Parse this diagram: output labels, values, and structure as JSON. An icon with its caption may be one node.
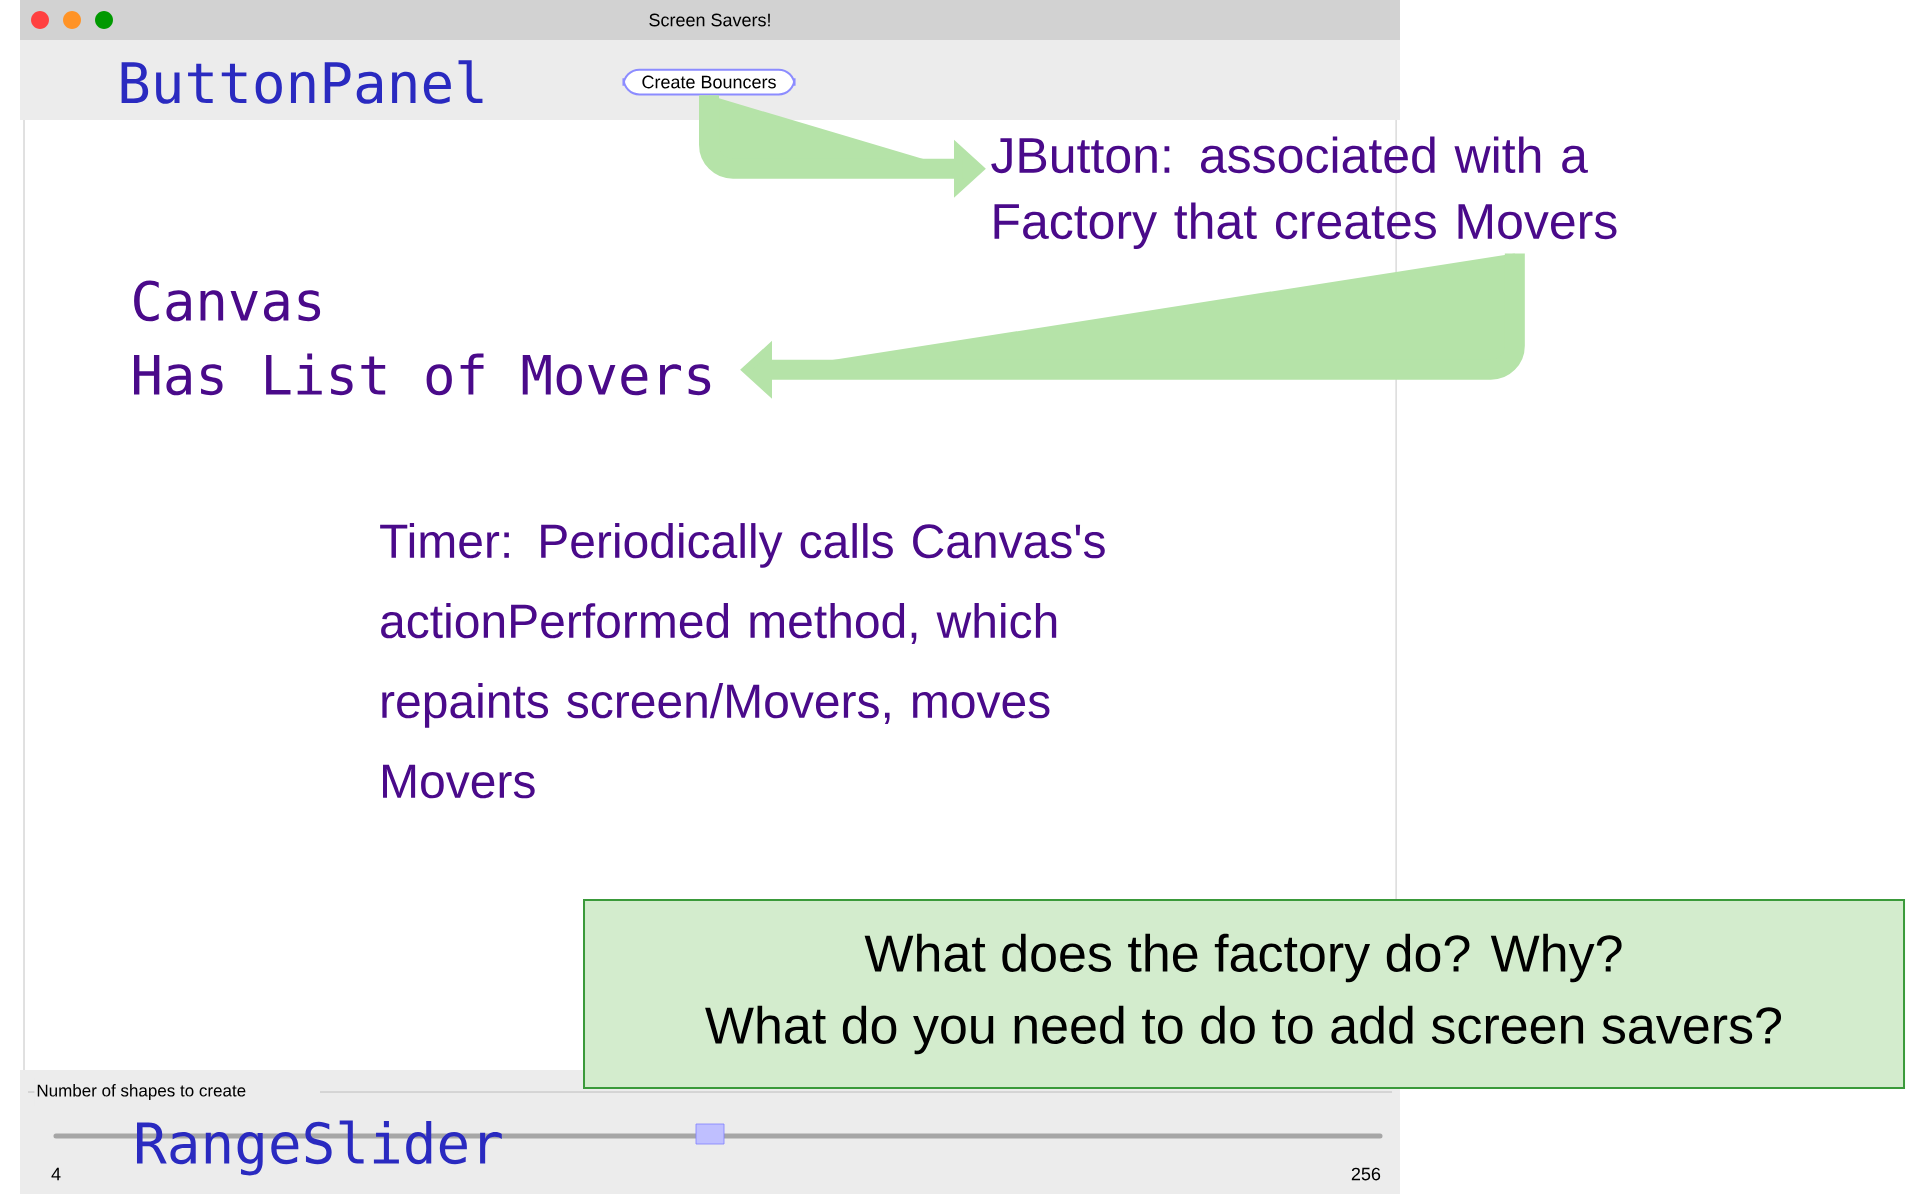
{
  "diagram": {
    "nodes": [
      {
        "text": [
          "Create Bouncers"
        ]
      },
      {
        "text": [
          "JButton: associated with a Factory that creates Movers"
        ]
      },
      {
        "text": [
          "Canvas",
          "Has List of Movers"
        ]
      },
      {
        "text": [
          "What does the factory do?  Why?",
          "What do you need to do to add screen savers?"
        ]
      }
    ],
    "edges": [
      {
        "from": 0,
        "to": 1,
        "arrow": "to"
      },
      {
        "from": 1,
        "to": 2,
        "arrow": "to"
      }
    ],
    "labels": [
      "Screen Savers!",
      "ButtonPanel",
      "Timer: Periodically calls Canvas's actionPerformed method, which repaints screen/Movers, moves Movers",
      "Number of shapes to create",
      "RangeSlider",
      "4",
      "256"
    ]
  }
}
